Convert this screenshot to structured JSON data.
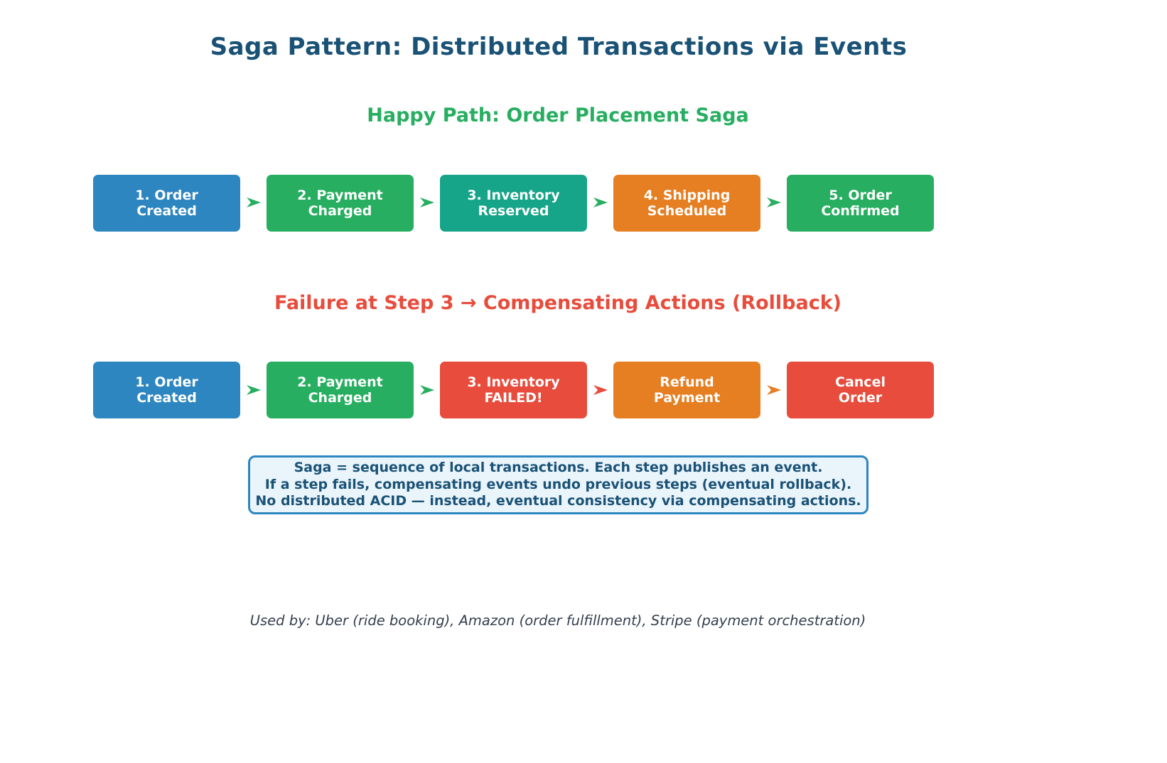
{
  "title": {
    "text": "Saga Pattern: Distributed Transactions via Events",
    "color": "#1A5276"
  },
  "sections": [
    {
      "heading": "Happy Path: Order Placement Saga",
      "heading_color": "#27AE60",
      "steps": [
        {
          "line1": "1. Order",
          "line2": "Created",
          "color": "#2E86C1"
        },
        {
          "line1": "2. Payment",
          "line2": "Charged",
          "color": "#27AE60"
        },
        {
          "line1": "3. Inventory",
          "line2": "Reserved",
          "color": "#17A589"
        },
        {
          "line1": "4. Shipping",
          "line2": "Scheduled",
          "color": "#E67E22"
        },
        {
          "line1": "5. Order",
          "line2": "Confirmed",
          "color": "#27AE60"
        }
      ],
      "arrows": [
        {
          "color": "#27AE60"
        },
        {
          "color": "#27AE60"
        },
        {
          "color": "#27AE60"
        },
        {
          "color": "#27AE60"
        }
      ]
    },
    {
      "heading": "Failure at Step 3 → Compensating Actions (Rollback)",
      "heading_color": "#E74C3C",
      "steps": [
        {
          "line1": "1. Order",
          "line2": "Created",
          "color": "#2E86C1"
        },
        {
          "line1": "2. Payment",
          "line2": "Charged",
          "color": "#27AE60"
        },
        {
          "line1": "3. Inventory",
          "line2": "FAILED!",
          "color": "#E74C3C"
        },
        {
          "line1": "Refund",
          "line2": "Payment",
          "color": "#E67E22"
        },
        {
          "line1": "Cancel",
          "line2": "Order",
          "color": "#E74C3C"
        }
      ],
      "arrows": [
        {
          "color": "#27AE60"
        },
        {
          "color": "#27AE60"
        },
        {
          "color": "#E74C3C"
        },
        {
          "color": "#E67E22"
        }
      ]
    }
  ],
  "note": {
    "lines": [
      "Saga = sequence of local transactions. Each step publishes an event.",
      "If a step fails, compensating events undo previous steps (eventual rollback).",
      "No distributed ACID — instead, eventual consistency via compensating actions."
    ],
    "border_color": "#2E86C1",
    "background_color": "#EAF4FB",
    "text_color": "#1A5276"
  },
  "footer": {
    "text": "Used by: Uber (ride booking), Amazon (order fulfillment), Stripe (payment orchestration)",
    "color": "#333F4E"
  }
}
